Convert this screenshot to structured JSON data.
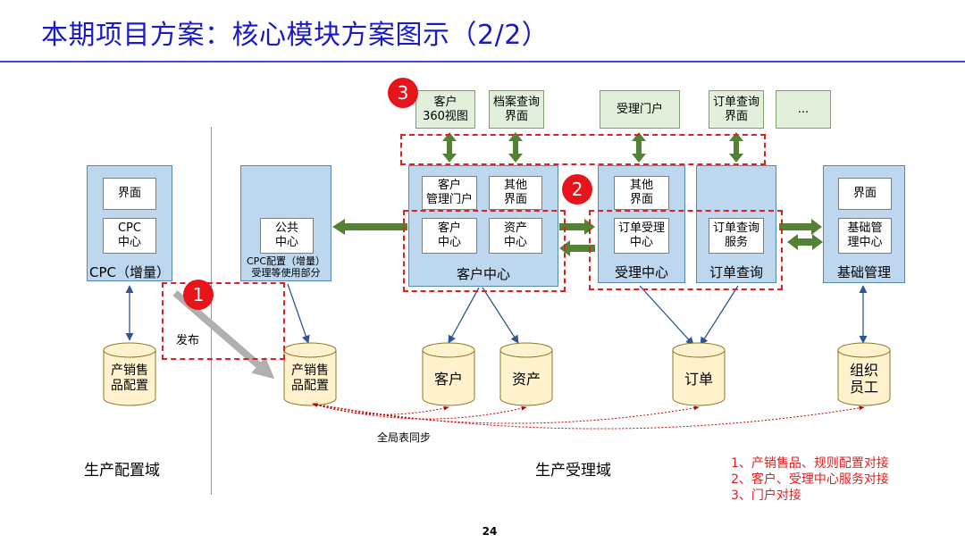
{
  "title": "本期项目方案：核心模块方案图示（2/2）",
  "page_number": "24",
  "domains": {
    "config": "生产配置域",
    "acceptance": "生产受理域"
  },
  "channels": {
    "customer_360": "客户\n360视图",
    "archive_query": "档案查询\n界面",
    "acceptance_portal": "受理门户",
    "order_query_ui": "订单查询\n界面",
    "more": "..."
  },
  "panels": {
    "cpc": {
      "label": "CPC（增量）",
      "ui": "界面",
      "center": "CPC\n中心"
    },
    "public": {
      "label": "CPC配置（增量）\n受理等使用部分",
      "center": "公共\n中心"
    },
    "customer_center": {
      "label": "客户中心",
      "portal": "客户\n管理门户",
      "other_ui": "其他\n界面",
      "customer": "客户\n中心",
      "asset": "资产\n中心"
    },
    "acceptance_center": {
      "label": "受理中心",
      "other_ui": "其他\n界面",
      "order_acceptance": "订单受理\n中心"
    },
    "order_query": {
      "label": "订单查询",
      "service": "订单查询\n服务"
    },
    "basic_mgmt": {
      "label": "基础管理",
      "ui": "界面",
      "center": "基础管\n理中心"
    }
  },
  "databases": {
    "product_config_left": "产销售\n品配置",
    "product_config_right": "产销售\n品配置",
    "customer": "客户",
    "asset": "资产",
    "order": "订单",
    "org_staff": "组织\n员工"
  },
  "labels": {
    "publish": "发布",
    "global_sync": "全局表同步"
  },
  "badges": [
    "1",
    "2",
    "3"
  ],
  "notes": [
    "1、产销售品、规则配置对接",
    "2、客户、受理中心服务对接",
    "3、门户对接"
  ],
  "colors": {
    "title": "#1a1ac8",
    "panel": "#bdd7ee",
    "channel": "#e2efda",
    "highlight": "#e02020",
    "arrow_green": "#548235",
    "arrow_blue": "#2f5597",
    "sync_red": "#c00000"
  }
}
